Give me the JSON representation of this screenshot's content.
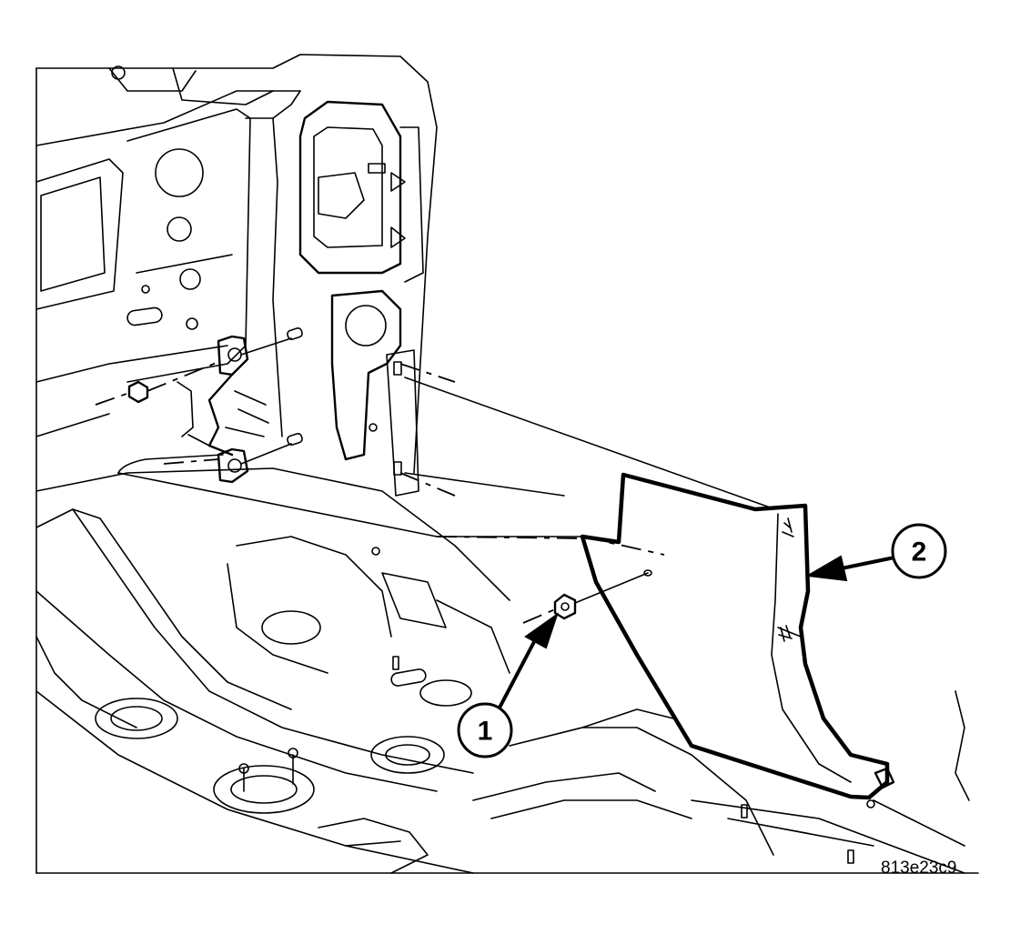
{
  "figure": {
    "id_text": "813e23c9",
    "callouts": [
      {
        "label": "1",
        "refers_to": "nut"
      },
      {
        "label": "2",
        "refers_to": "trim-panel"
      }
    ]
  }
}
